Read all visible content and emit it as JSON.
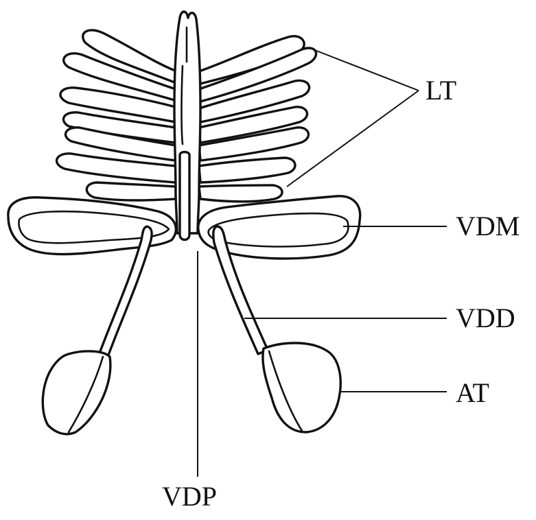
{
  "labels": {
    "lt": "LT",
    "vdm": "VDM",
    "vdd": "VDD",
    "at": "AT",
    "vdp": "VDP"
  },
  "colors": {
    "ink": "#111111",
    "background": "#ffffff"
  }
}
